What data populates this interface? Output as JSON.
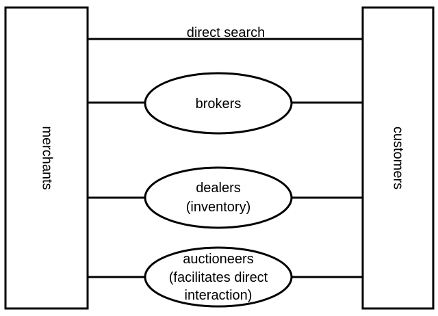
{
  "diagram": {
    "left_box_label": "merchants",
    "right_box_label": "customers",
    "direct_link_label": "direct search",
    "intermediaries": [
      {
        "lines": [
          "brokers"
        ]
      },
      {
        "lines": [
          "dealers",
          "(inventory)"
        ]
      },
      {
        "lines": [
          "auctioneers",
          "(facilitates direct",
          "interaction)"
        ]
      }
    ]
  }
}
